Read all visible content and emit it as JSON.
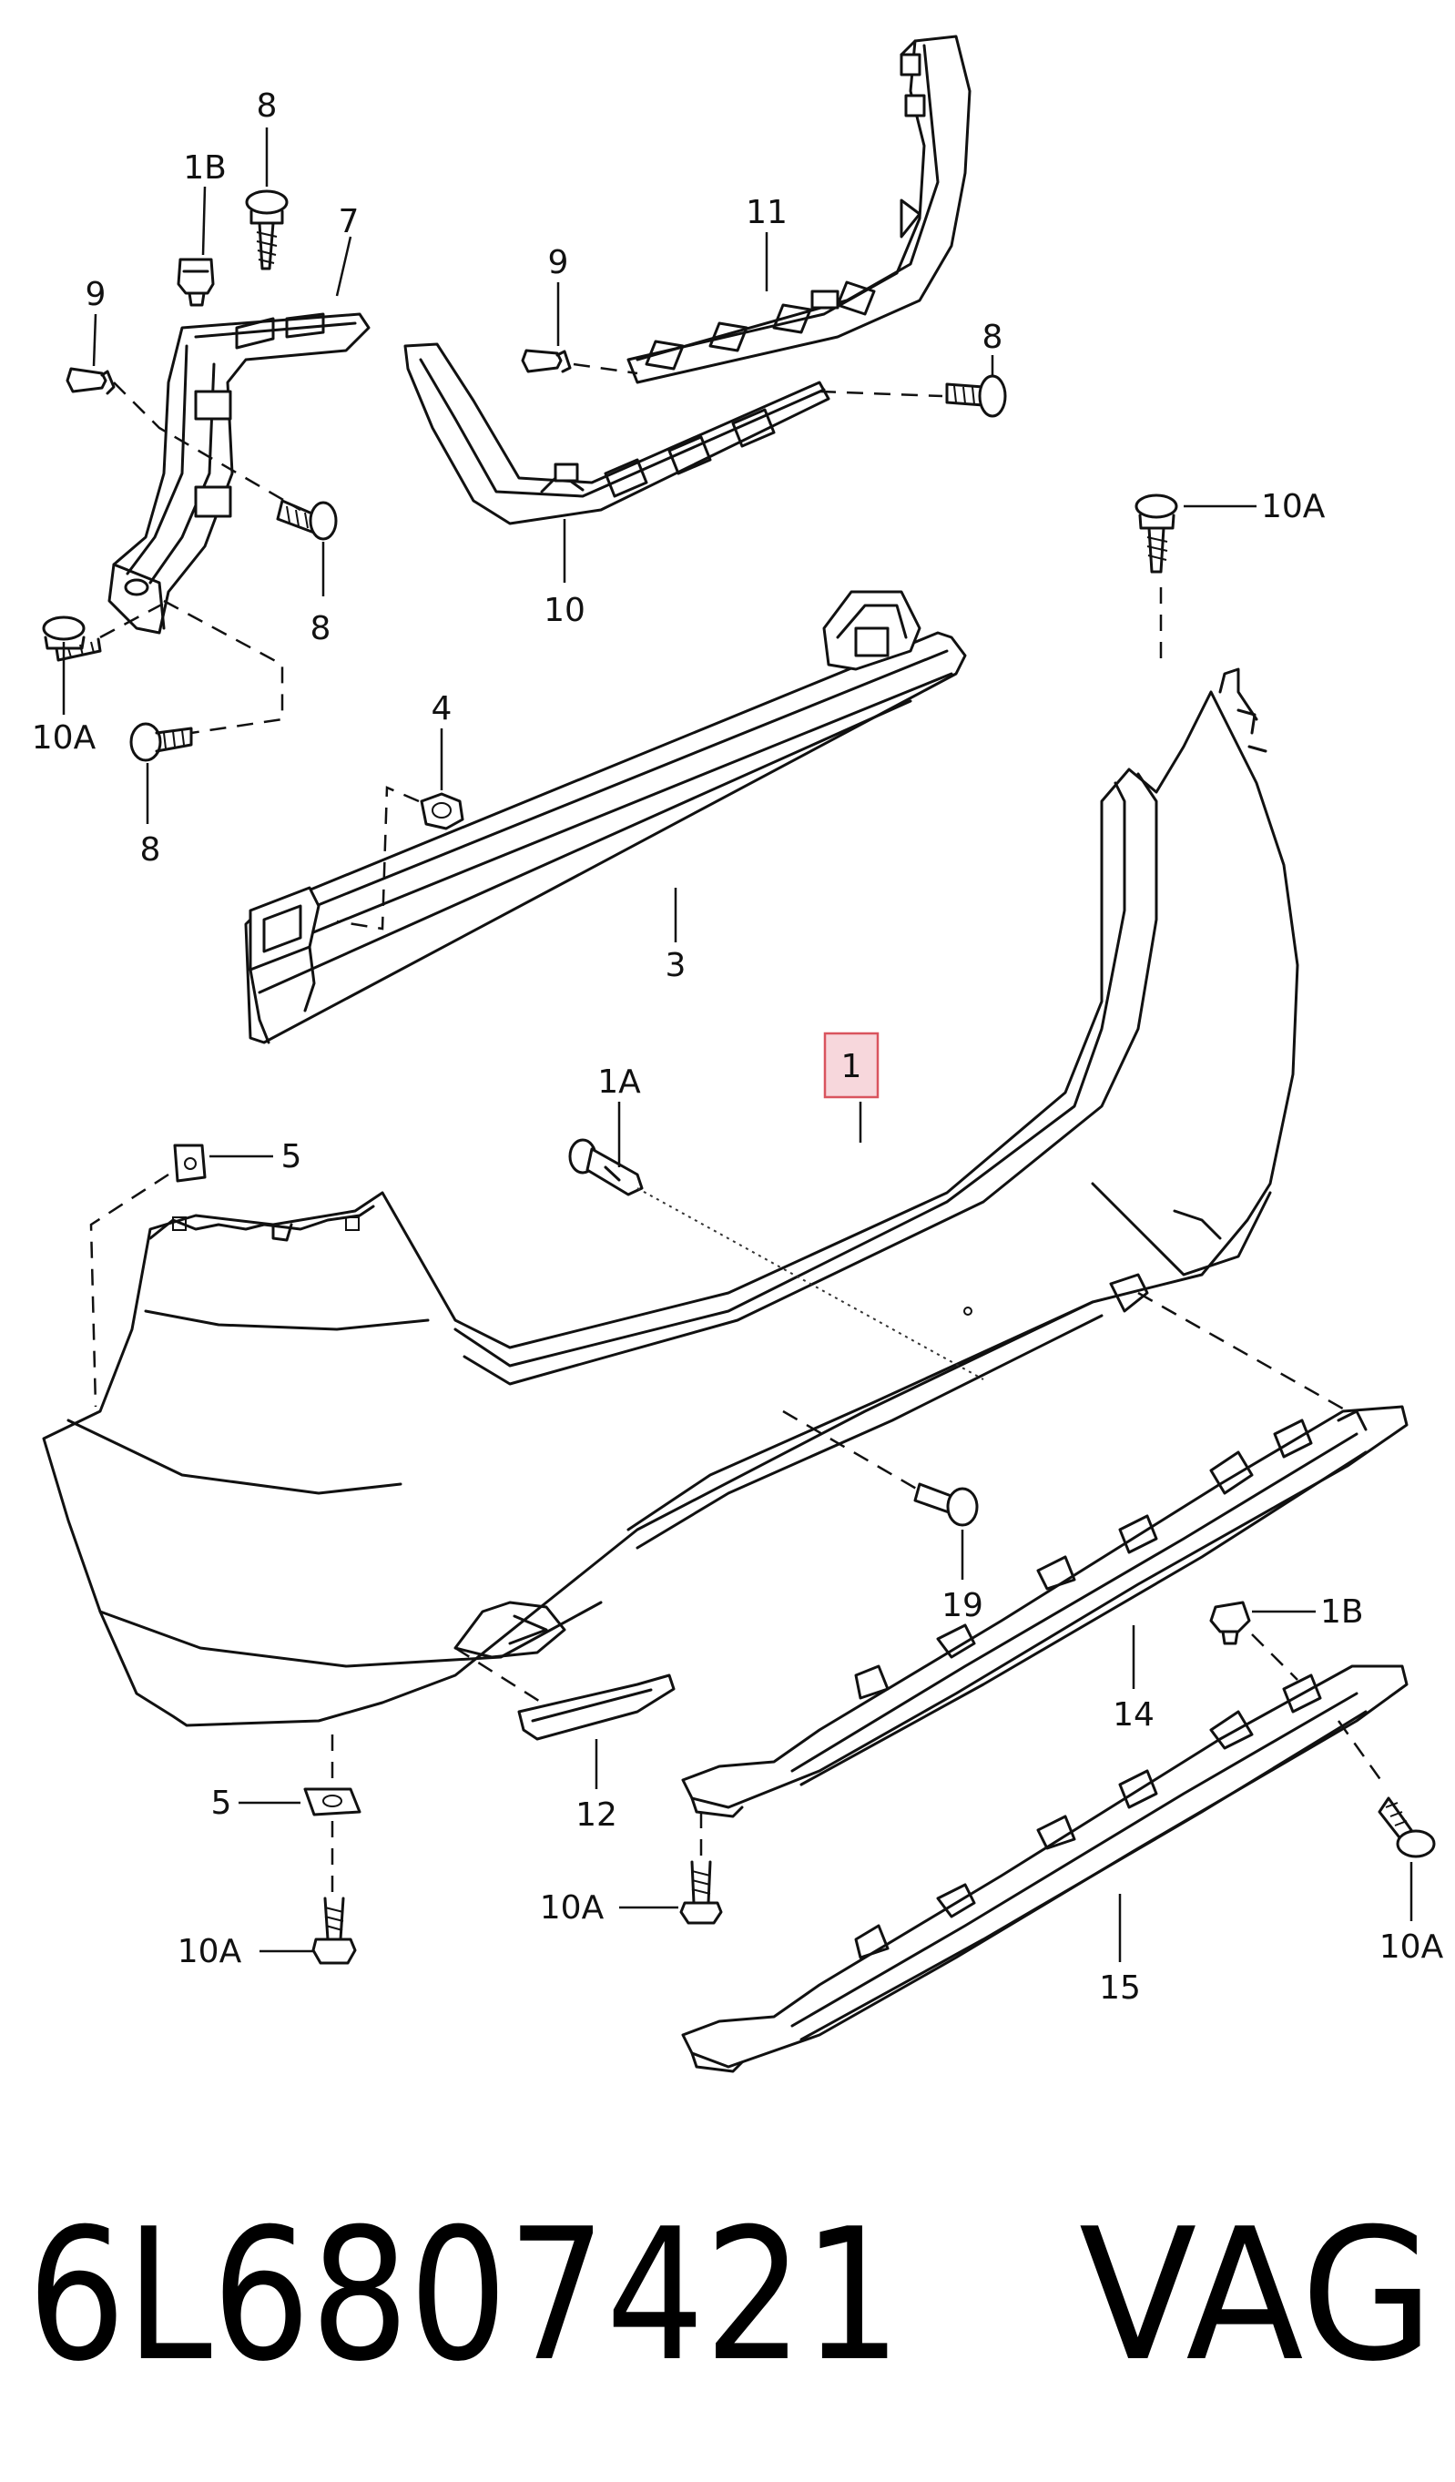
{
  "callouts": {
    "c8_top": "8",
    "c1b_top": "1B",
    "c7": "7",
    "c9_left": "9",
    "c8_bracket": "8",
    "c10a_left": "10A",
    "c8_lower": "8",
    "c9_mid": "9",
    "c11": "11",
    "c8_right": "8",
    "c10": "10",
    "c10a_top_right": "10A",
    "c4": "4",
    "c3": "3",
    "c1a": "1A",
    "c1": "1",
    "c5_top": "5",
    "c19": "19",
    "c1b_right": "1B",
    "c14": "14",
    "c12": "12",
    "c5_bottom": "5",
    "c10a_mid": "10A",
    "c10a_bottom_left": "10A",
    "c10a_bottom_right": "10A",
    "c15": "15"
  },
  "footer": {
    "part_number": "6L6807421",
    "brand": "VAG"
  },
  "colors": {
    "highlight_fill": "#f7d7dc",
    "highlight_stroke": "#d9545e"
  }
}
